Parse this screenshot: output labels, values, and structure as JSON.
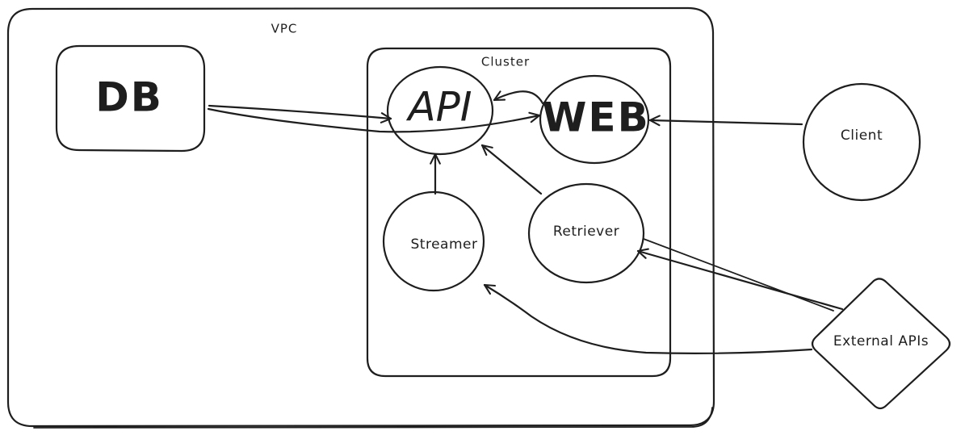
{
  "diagram": {
    "groups": {
      "vpc": "VPC",
      "cluster": "Cluster"
    },
    "nodes": {
      "db": "DB",
      "api": "API",
      "web": "WEB",
      "streamer": "Streamer",
      "retriever": "Retriever",
      "client": "Client",
      "external_apis": "External APIs"
    },
    "edges": [
      {
        "from": "db",
        "to": "api"
      },
      {
        "from": "db",
        "to": "web"
      },
      {
        "from": "web",
        "to": "api"
      },
      {
        "from": "client",
        "to": "web"
      },
      {
        "from": "streamer",
        "to": "api"
      },
      {
        "from": "retriever",
        "to": "api"
      },
      {
        "from": "external_apis",
        "to": "retriever"
      },
      {
        "from": "external_apis",
        "to": "streamer"
      }
    ]
  }
}
